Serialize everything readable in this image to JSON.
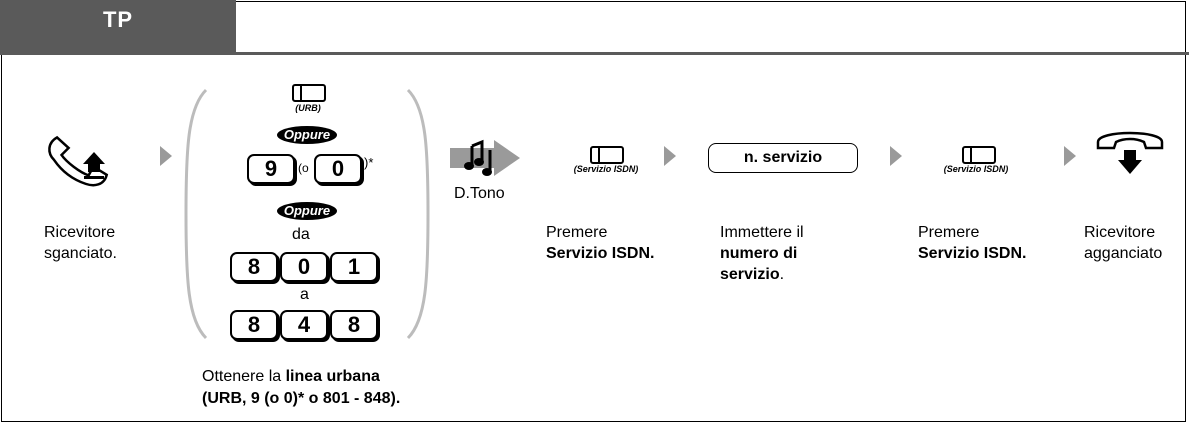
{
  "header": {
    "title": "TP"
  },
  "steps": {
    "offhook": {
      "label_line1": "Ricevitore",
      "label_line2": "sganciato."
    },
    "line_seize": {
      "urb_key_label": "(URB)",
      "or1": "Oppure",
      "key_9": "9",
      "paren_open_o": "(o",
      "key_0": "0",
      "paren_close_star": ")*",
      "or2": "Oppure",
      "da": "da",
      "range_start": [
        "8",
        "0",
        "1"
      ],
      "a": "a",
      "range_end": [
        "8",
        "4",
        "8"
      ],
      "caption_plain": "Ottenere la ",
      "caption_bold": "linea urbana",
      "caption_line2": "(URB, 9 (o 0)* o 801 - 848)."
    },
    "dial_tone": {
      "label": "D.Tono"
    },
    "press_isdn_1": {
      "key_label": "(Servizio ISDN)",
      "label_line1": "Premere",
      "label_line2": "Servizio ISDN."
    },
    "enter_number": {
      "box_label": "n. servizio",
      "label_line1": "Immettere il",
      "label_line2": "numero di",
      "label_line3_bold": "servizio",
      "label_line3_tail": "."
    },
    "press_isdn_2": {
      "key_label": "(Servizio ISDN)",
      "label_line1": "Premere",
      "label_line2": "Servizio ISDN."
    },
    "onhook": {
      "label_line1": "Ricevitore",
      "label_line2": "agganciato"
    }
  },
  "colors": {
    "header_bg": "#5a5a5a",
    "arrow": "#9a9a9a",
    "paren": "#bcbcbc"
  }
}
